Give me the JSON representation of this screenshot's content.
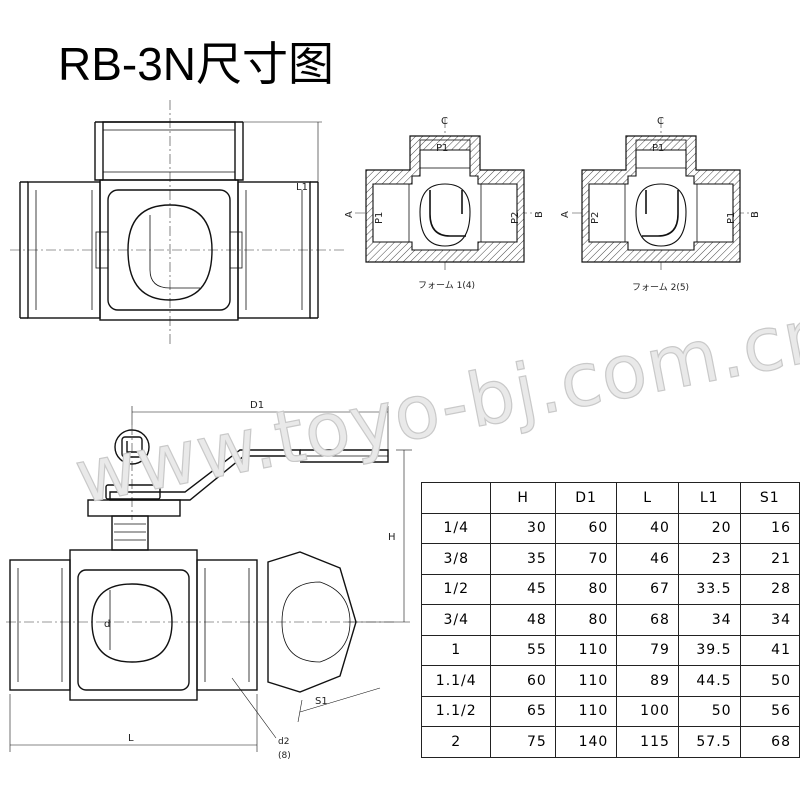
{
  "title": "RB-3N尺寸图",
  "watermark": "www.toyo-bj.com.cn",
  "top_view": {
    "dim_label": "L1"
  },
  "form1": {
    "port_top": "C",
    "port_left": "A",
    "port_right": "B",
    "p_top": "P1",
    "p_left": "P1",
    "p_right": "P2",
    "caption": "フォーム 1(4)"
  },
  "form2": {
    "port_top": "C",
    "port_left": "A",
    "port_right": "B",
    "p_top": "P1",
    "p_left": "P2",
    "p_right": "P1",
    "caption": "フォーム 2(5)"
  },
  "front_view": {
    "d1_label": "D1",
    "h_label": "H",
    "l_label": "L",
    "s1_label": "S1",
    "d_label": "d",
    "d2_label": "d2",
    "d2_note": "(8)"
  },
  "table": {
    "headers": [
      "",
      "H",
      "D1",
      "L",
      "L1",
      "S1"
    ],
    "rows": [
      [
        "1/4",
        "30",
        "60",
        "40",
        "20",
        "16"
      ],
      [
        "3/8",
        "35",
        "70",
        "46",
        "23",
        "21"
      ],
      [
        "1/2",
        "45",
        "80",
        "67",
        "33.5",
        "28"
      ],
      [
        "3/4",
        "48",
        "80",
        "68",
        "34",
        "34"
      ],
      [
        "1",
        "55",
        "110",
        "79",
        "39.5",
        "41"
      ],
      [
        "1.1/4",
        "60",
        "110",
        "89",
        "44.5",
        "50"
      ],
      [
        "1.1/2",
        "65",
        "110",
        "100",
        "50",
        "56"
      ],
      [
        "2",
        "75",
        "140",
        "115",
        "57.5",
        "68"
      ]
    ]
  }
}
